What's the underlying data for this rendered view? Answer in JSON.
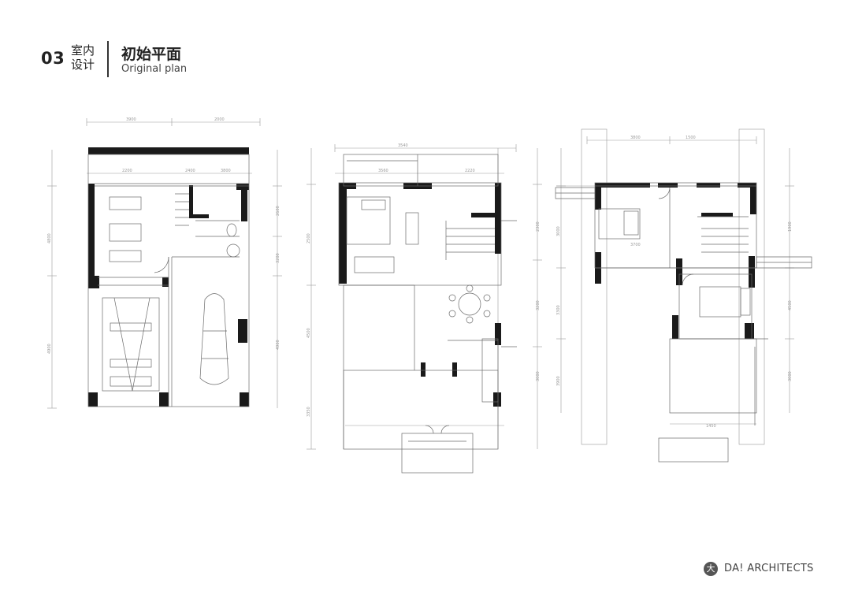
{
  "header": {
    "section_number": "03",
    "section_category_line1": "室内",
    "section_category_line2": "设计",
    "title": "初始平面",
    "subtitle": "Original plan"
  },
  "brand": {
    "logo_glyph": "大",
    "name": "DA! ARCHITECTS"
  },
  "plans": [
    {
      "id": "plan-1",
      "dims_top": [
        "3900",
        "2000"
      ],
      "dims_inner": [
        "2200",
        "2400",
        "3800"
      ],
      "dims_left": [
        "4800",
        "4900"
      ],
      "dims_right": [
        "2600",
        "3200",
        "4900"
      ]
    },
    {
      "id": "plan-2",
      "dims_top": [
        "3540"
      ],
      "dims_inner": [
        "3560",
        "2220"
      ],
      "dims_left": [
        "2500",
        "4500",
        "3350"
      ],
      "dims_right": [
        "2300",
        "3200",
        "3000"
      ]
    },
    {
      "id": "plan-3",
      "dims_top": [
        "3800",
        "1500"
      ],
      "dims_inner": [
        "3700",
        "1450"
      ],
      "dims_left": [
        "3000",
        "3300",
        "3900"
      ],
      "dims_right": [
        "1900",
        "4500",
        "3000"
      ]
    }
  ],
  "colors": {
    "wall": "#1a1a1a",
    "line": "#6b6b6b",
    "dim_line": "#9a9a9a",
    "text": "#222222"
  }
}
